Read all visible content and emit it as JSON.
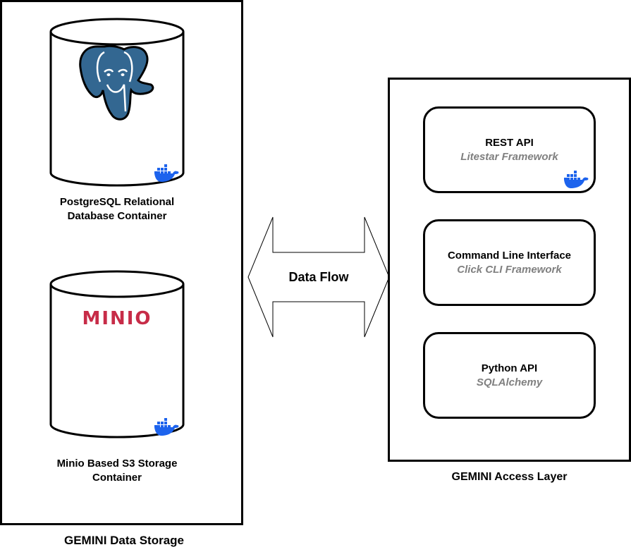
{
  "storage": {
    "title": "GEMINI Data Storage",
    "postgres": {
      "label_line1": "PostgreSQL Relational",
      "label_line2": "Database Container"
    },
    "minio": {
      "logo_text": "MINIO",
      "label_line1": "Minio Based S3 Storage",
      "label_line2": "Container"
    }
  },
  "flow": {
    "label": "Data Flow"
  },
  "access": {
    "title": "GEMINI Access Layer",
    "cards": [
      {
        "title": "REST API",
        "subtitle": "Litestar Framework",
        "docker": true
      },
      {
        "title": "Command Line Interface",
        "subtitle": "Click CLI Framework",
        "docker": false
      },
      {
        "title": "Python API",
        "subtitle": "SQLAlchemy",
        "docker": false
      }
    ]
  },
  "colors": {
    "postgres_blue": "#336791",
    "minio_red": "#C72C48",
    "docker_blue": "#1D63ED",
    "subtitle_gray": "#808080"
  }
}
